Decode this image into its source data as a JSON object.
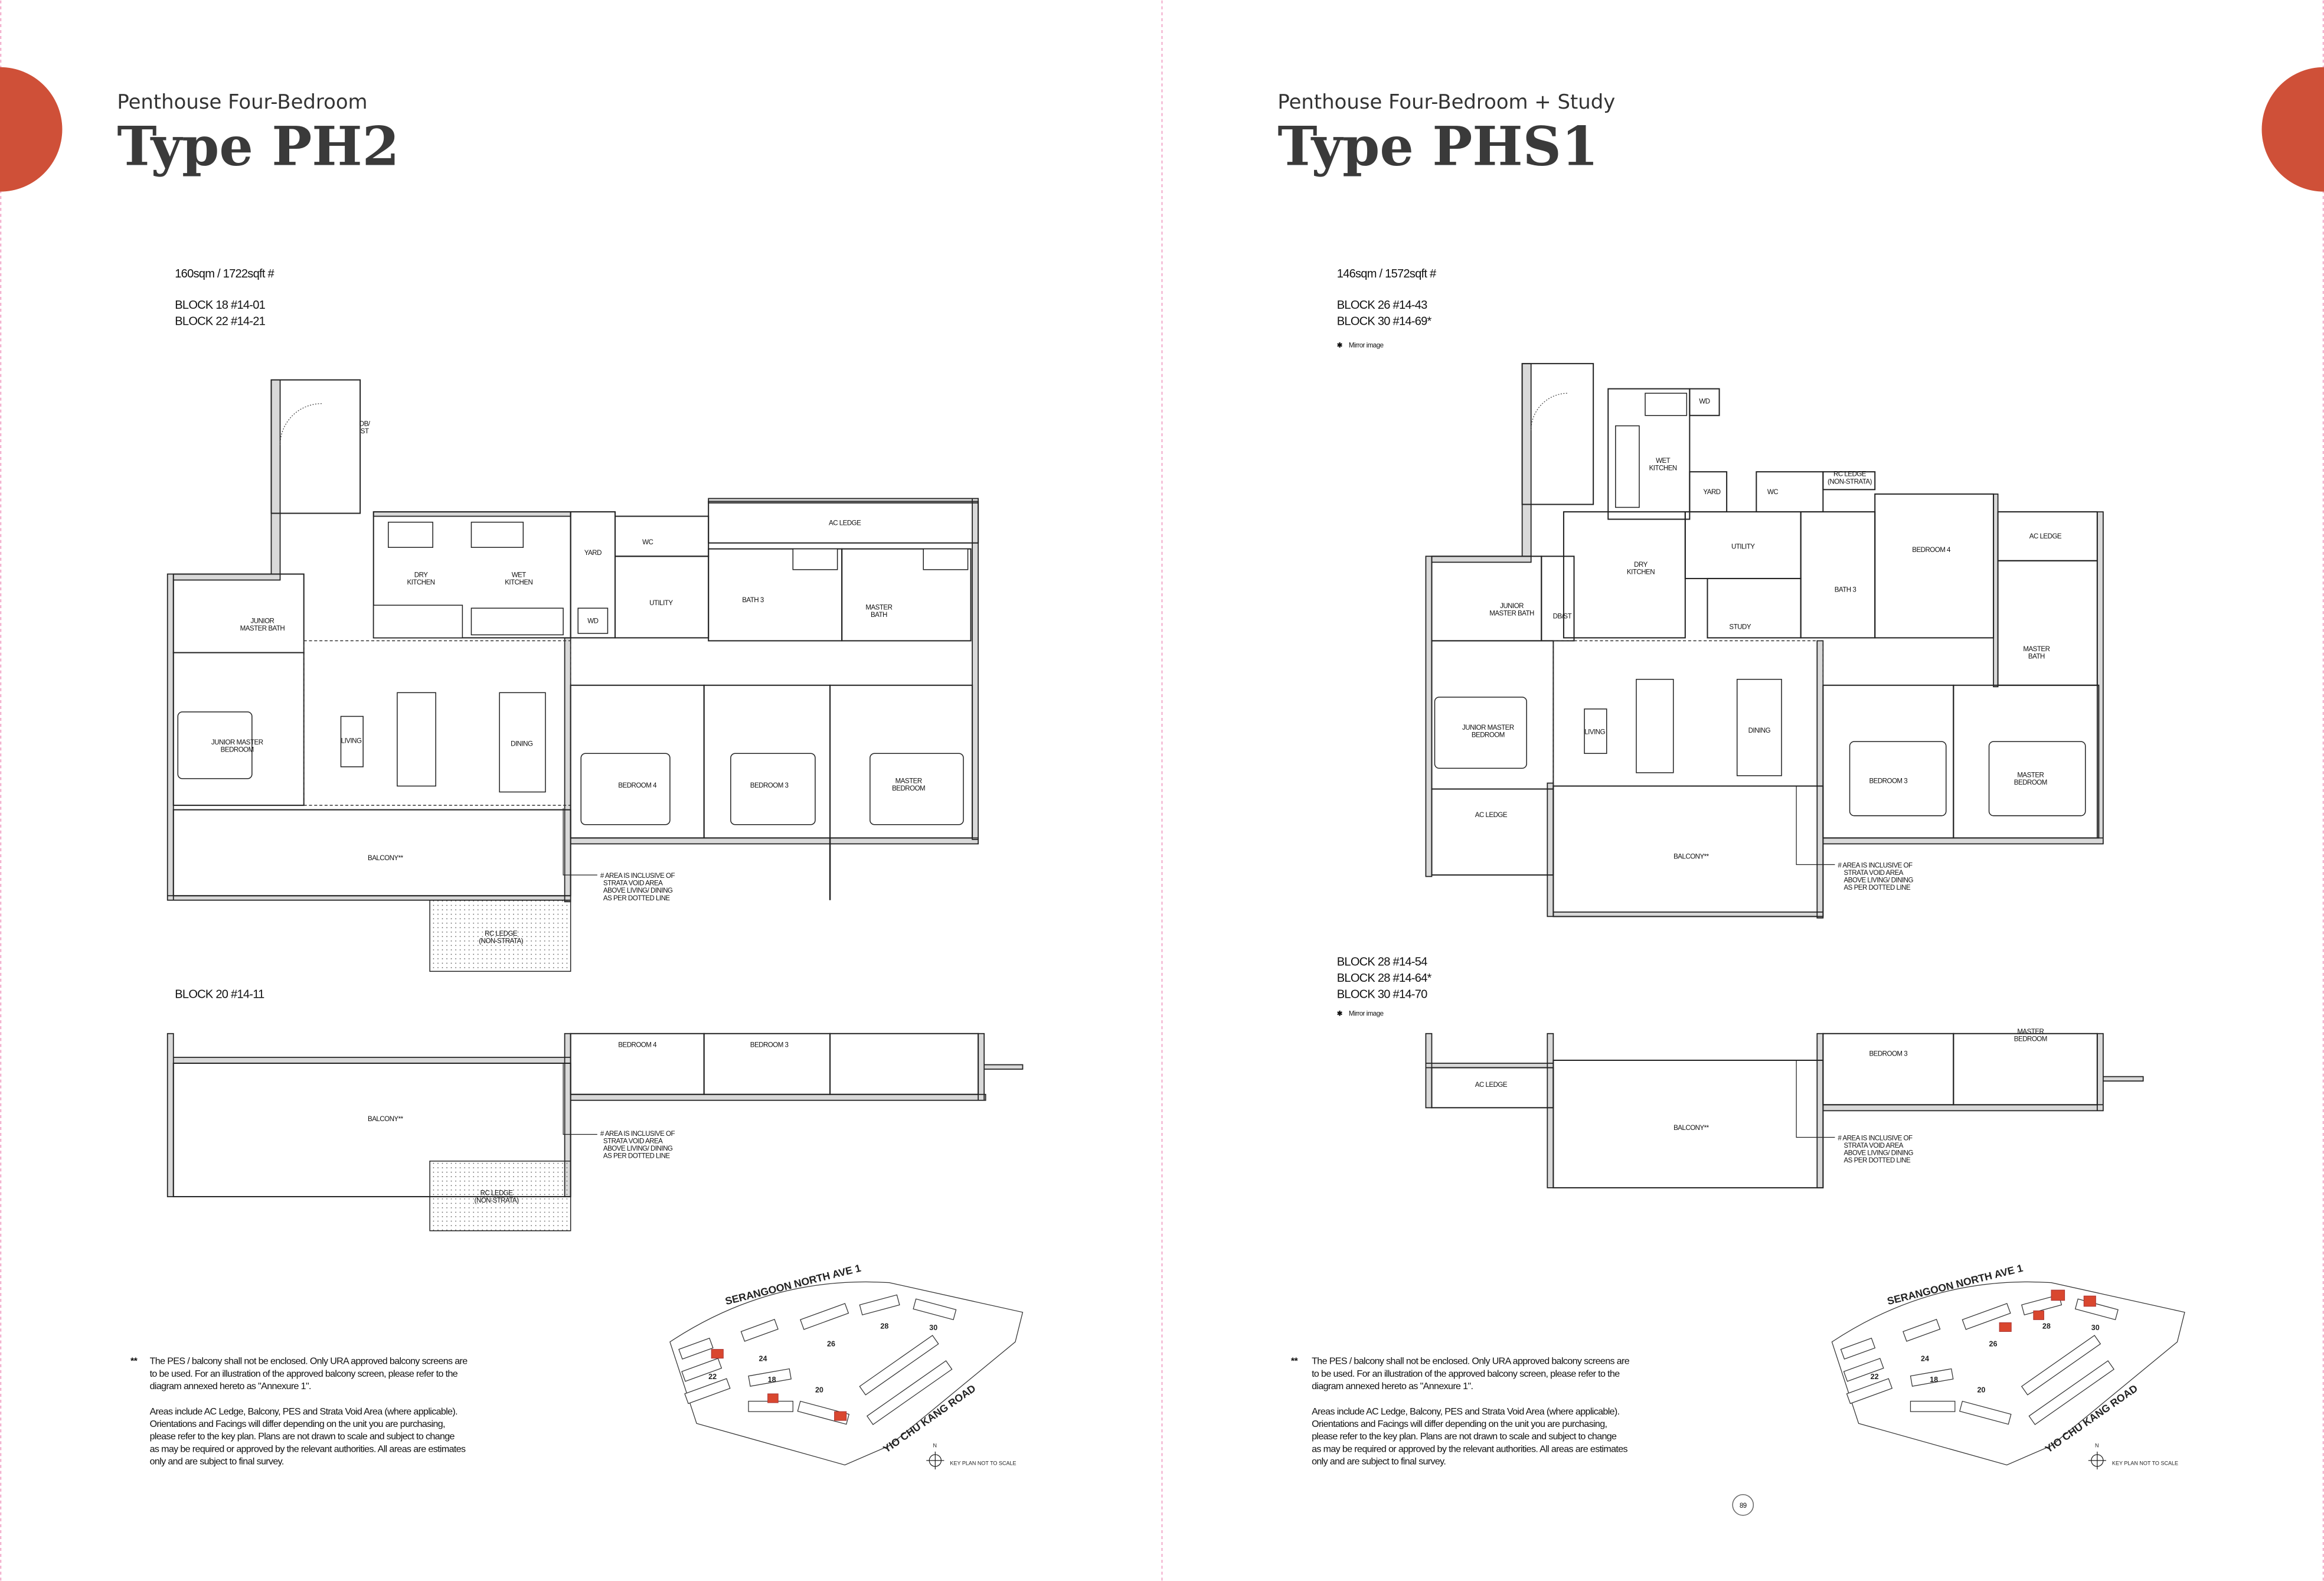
{
  "colors": {
    "accent": "#cf5038",
    "divider": "#f2a7c8",
    "wall": "#d9d9d9",
    "highlight": "#d9472f"
  },
  "left": {
    "subtitle": "Penthouse Four-Bedroom",
    "title": "Type PH2",
    "area": "160sqm / 1722sqft #",
    "blocks": [
      "BLOCK 18 #14-01",
      "BLOCK 22 #14-21"
    ],
    "secondary_block": "BLOCK 20 #14-11",
    "rooms": {
      "db_st": [
        "DB/",
        "ST"
      ],
      "dry_kitchen": [
        "DRY",
        "KITCHEN"
      ],
      "wet_kitchen": [
        "WET",
        "KITCHEN"
      ],
      "yard": "YARD",
      "wd": "WD",
      "wc": "WC",
      "utility": "UTILITY",
      "ac_ledge": "AC LEDGE",
      "bath3": "BATH 3",
      "master_bath": [
        "MASTER",
        "BATH"
      ],
      "junior_master_bath": [
        "JUNIOR",
        "MASTER BATH"
      ],
      "junior_master_bedroom": [
        "JUNIOR MASTER",
        "BEDROOM"
      ],
      "living": "LIVING",
      "dining": "DINING",
      "bedroom4": "BEDROOM 4",
      "bedroom3": "BEDROOM 3",
      "master_bedroom": [
        "MASTER",
        "BEDROOM"
      ],
      "balcony": "BALCONY**",
      "rc_ledge": [
        "RC LEDGE",
        "(NON-STRATA)"
      ]
    },
    "void_note": [
      "# AREA IS INCLUSIVE OF",
      "STRATA VOID AREA",
      "ABOVE LIVING/ DINING",
      "AS PER DOTTED LINE"
    ],
    "footnote": {
      "marker": "**",
      "para1": [
        "The PES / balcony shall not be enclosed. Only URA approved balcony screens are",
        "to be used. For an illustration of the approved balcony screen, please refer to the",
        "diagram annexed hereto as \"Annexure 1\"."
      ],
      "para2": [
        "Areas include AC Ledge, Balcony, PES and Strata Void Area (where applicable).",
        "Orientations and Facings will differ depending on the unit you are purchasing,",
        "please refer to the key plan. Plans are not drawn to scale and subject to change",
        "as may be required or approved by the relevant authorities. All areas are estimates",
        "only and are subject to final survey."
      ]
    },
    "keyplan": {
      "road_top": "SERANGOON NORTH AVE 1",
      "road_bottom": "YIO CHU KANG ROAD",
      "north": "N",
      "scale_note": "KEY PLAN NOT TO SCALE",
      "block_numbers": [
        "22",
        "24",
        "26",
        "28",
        "30",
        "18",
        "20"
      ]
    }
  },
  "right": {
    "subtitle": "Penthouse Four-Bedroom + Study",
    "title": "Type PHS1",
    "area": "146sqm / 1572sqft #",
    "blocks": [
      "BLOCK 26 #14-43",
      "BLOCK 30 #14-69*"
    ],
    "mirror_note": "Mirror image",
    "secondary_blocks": [
      "BLOCK 28 #14-54",
      "BLOCK 28 #14-64*",
      "BLOCK 30 #14-70"
    ],
    "secondary_mirror_note": "Mirror image",
    "rooms": {
      "wd": "WD",
      "wet_kitchen": [
        "WET",
        "KITCHEN"
      ],
      "yard": "YARD",
      "wc": "WC",
      "rc_ledge": [
        "RC LEDGE",
        "(NON-STRATA)"
      ],
      "dry_kitchen": [
        "DRY",
        "KITCHEN"
      ],
      "utility": "UTILITY",
      "study": "STUDY",
      "bath3": "BATH 3",
      "bedroom4": "BEDROOM 4",
      "ac_ledge_top": "AC LEDGE",
      "master_bath": [
        "MASTER",
        "BATH"
      ],
      "junior_master_bath": [
        "JUNIOR",
        "MASTER BATH"
      ],
      "db_st": "DB/ST",
      "junior_master_bedroom": [
        "JUNIOR MASTER",
        "BEDROOM"
      ],
      "living": "LIVING",
      "dining": "DINING",
      "ac_ledge": "AC LEDGE",
      "balcony": "BALCONY**",
      "bedroom3": "BEDROOM 3",
      "master_bedroom": [
        "MASTER",
        "BEDROOM"
      ]
    },
    "void_note": [
      "# AREA IS INCLUSIVE OF",
      "STRATA VOID AREA",
      "ABOVE LIVING/ DINING",
      "AS PER DOTTED LINE"
    ],
    "footnote": {
      "marker": "**",
      "para1": [
        "The PES / balcony shall not be enclosed. Only URA approved balcony screens are",
        "to be used. For an illustration of the approved balcony screen, please refer to the",
        "diagram annexed hereto as \"Annexure 1\"."
      ],
      "para2": [
        "Areas include AC Ledge, Balcony, PES and Strata Void Area (where applicable).",
        "Orientations and Facings will differ depending on the unit you are purchasing,",
        "please refer to the key plan. Plans are not drawn to scale and subject to change",
        "as may be required or approved by the relevant authorities. All areas are estimates",
        "only and are subject to final survey."
      ]
    },
    "keyplan": {
      "road_top": "SERANGOON NORTH AVE 1",
      "road_bottom": "YIO CHU KANG ROAD",
      "north": "N",
      "scale_note": "KEY PLAN NOT TO SCALE",
      "block_numbers": [
        "22",
        "24",
        "26",
        "28",
        "30",
        "18",
        "20"
      ]
    },
    "page_number": "89"
  }
}
